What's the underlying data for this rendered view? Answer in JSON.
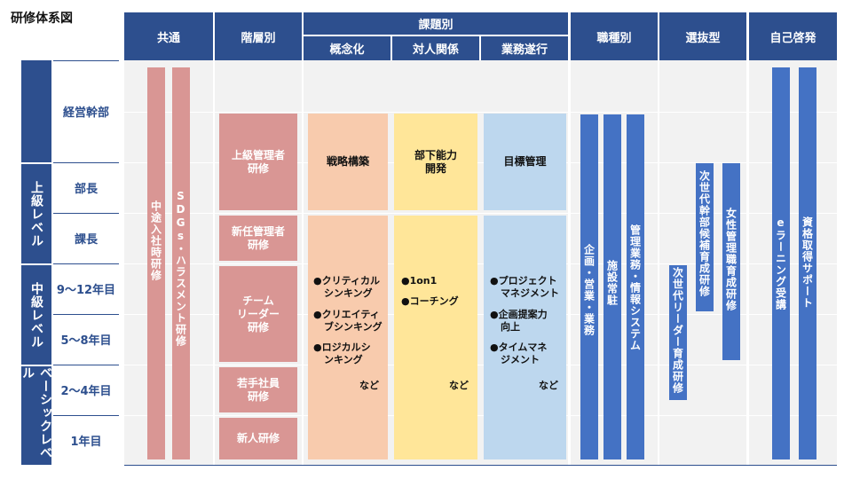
{
  "title": "研修体系図",
  "headers": {
    "common": "共通",
    "tier": "階層別",
    "issue": "課題別",
    "issue_sub": [
      "概念化",
      "対人関係",
      "業務遂行"
    ],
    "job": "職種別",
    "selection": "選抜型",
    "self_dev": "自己啓発"
  },
  "groups": [
    "上級レベル",
    "中級レベル",
    "ベーシックレベル"
  ],
  "rows": [
    "経営幹部",
    "部長",
    "課長",
    "9〜12年目",
    "5〜8年目",
    "2〜4年目",
    "1年目"
  ],
  "common_bars": [
    "中途入社時研修",
    "SDGs・ハラスメント研修"
  ],
  "tier_boxes": [
    "上級管理者\n研修",
    "新任管理者\n研修",
    "チーム\nリーダー\n研修",
    "若手社員\n研修",
    "新人研修"
  ],
  "issue_top": [
    "戦略構築",
    "部下能力\n開発",
    "目標管理"
  ],
  "issue_lists": [
    [
      "●クリティカル\nシンキング",
      "●クリエイティ\nブシンキング",
      "●ロジカルシ\nンキング"
    ],
    [
      "●1on1",
      "●コーチング"
    ],
    [
      "●プロジェクト\nマネジメント",
      "●企画提案力\n向上",
      "●タイムマネ\nジメント"
    ]
  ],
  "etc_label": "など",
  "job_bars": [
    "企画・営業・業務",
    "施設常駐",
    "管理業務・情報システム"
  ],
  "selection_bars": [
    "次世代リーダー育成研修",
    "次世代幹部候補育成研修",
    "女性管理職育成研修"
  ],
  "self_bars": [
    "eラーニング受講",
    "資格取得サポート"
  ],
  "colors": {
    "navy": "#2d4f8e",
    "pink": "#d99694",
    "blue": "#4472c4",
    "peach": "#f8cbad",
    "yellow": "#ffe699",
    "lightblue": "#bdd7ee"
  }
}
